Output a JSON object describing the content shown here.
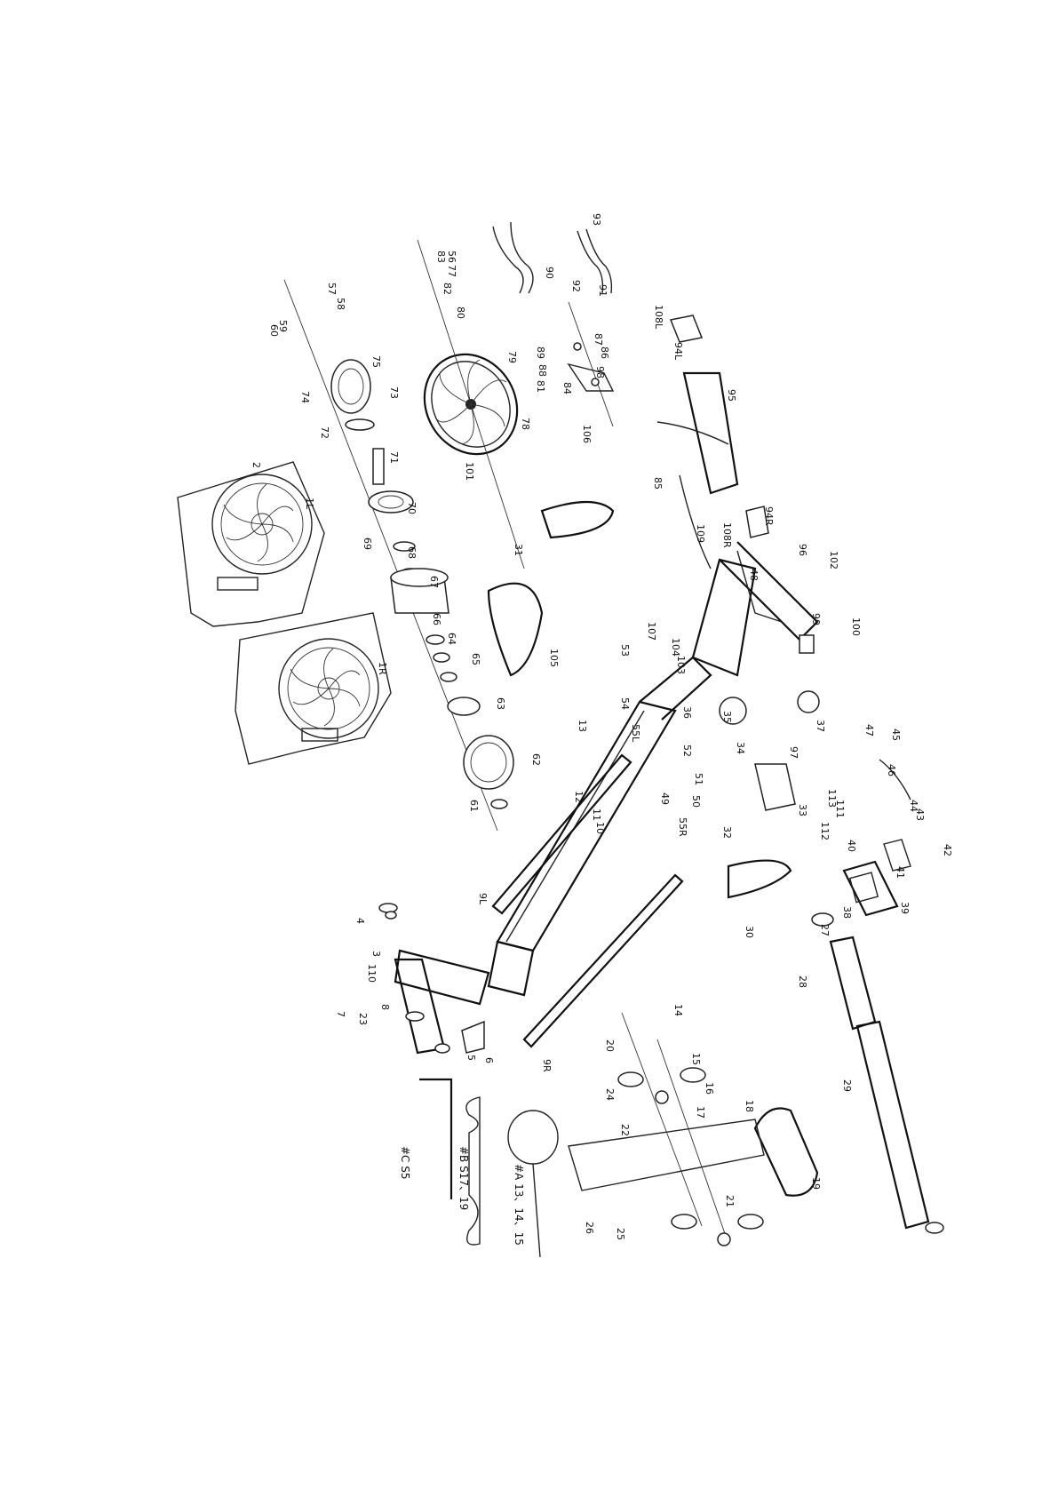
{
  "diagram": {
    "part_labels": [
      "93",
      "91",
      "92",
      "90",
      "83",
      "56",
      "77",
      "82",
      "80",
      "57",
      "58",
      "60",
      "59",
      "78",
      "75",
      "73",
      "74",
      "72",
      "71",
      "70",
      "69",
      "68",
      "67",
      "66",
      "64",
      "65",
      "63",
      "62",
      "61",
      "79",
      "101",
      "31",
      "1L",
      "1R",
      "2",
      "3",
      "4",
      "5",
      "6",
      "7",
      "8",
      "9L",
      "9R",
      "10",
      "11",
      "12",
      "13",
      "14",
      "15",
      "16",
      "17",
      "18",
      "19",
      "20",
      "21",
      "22",
      "23",
      "24",
      "25",
      "26",
      "27",
      "28",
      "29",
      "30",
      "32",
      "33",
      "34",
      "35",
      "36",
      "37",
      "38",
      "39",
      "40",
      "41",
      "42",
      "43",
      "44",
      "45",
      "46",
      "47",
      "48",
      "49",
      "50",
      "51",
      "52",
      "53",
      "54",
      "55L",
      "55R",
      "81",
      "84",
      "85",
      "86",
      "87",
      "88",
      "89",
      "94L",
      "94R",
      "95",
      "96",
      "97",
      "98",
      "99",
      "100",
      "102",
      "103",
      "104",
      "105",
      "106",
      "107",
      "108L",
      "108R",
      "109",
      "110",
      "111",
      "112",
      "113"
    ],
    "tools": [
      {
        "name": "#C S5"
      },
      {
        "name": "#B S17、19"
      },
      {
        "name": "#A 13、14、15"
      }
    ]
  }
}
